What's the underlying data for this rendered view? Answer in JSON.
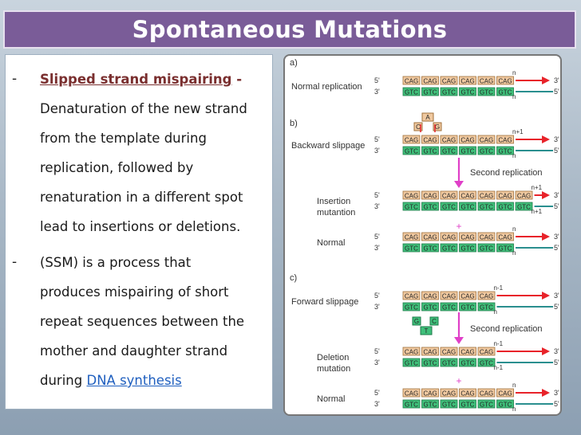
{
  "slide": {
    "title": "Spontaneous Mutations",
    "bullets": [
      {
        "marker": "-",
        "term": "Slipped strand mispairing",
        "term_suffix": " -",
        "lines": [
          "Denaturation of the new strand",
          "from the template during",
          "replication, followed by",
          "renaturation in a different spot",
          "lead to insertions or deletions."
        ]
      },
      {
        "marker": "-",
        "lines": [
          "(SSM) is a process that",
          "produces mispairing of short",
          "repeat sequences between the",
          "mother and daughter strand"
        ],
        "last_prefix": "during ",
        "link": "DNA synthesis"
      }
    ]
  },
  "figure": {
    "panel_a": "a)",
    "panel_b": "b)",
    "panel_c": "c)",
    "normal_replication": "Normal replication",
    "backward_slippage": "Backward slippage",
    "second_replication": "Second replication",
    "insertion_1": "Insertion",
    "insertion_2": "mutantion",
    "normal": "Normal",
    "forward_slippage": "Forward slippage",
    "deletion_1": "Deletion",
    "deletion_2": "mutation",
    "five": "5'",
    "three": "3'",
    "n": "n",
    "n_plus_1": "n+1",
    "n_minus_1": "n-1",
    "plus": "+",
    "cag": "CAG",
    "gtc": "GTC",
    "loop_top": "A",
    "loop_g": "G",
    "loop_c": "C",
    "loop_g2": "G",
    "loop_t": "T",
    "loop_c2": "C",
    "colors": {
      "red": "#e8232a",
      "teal": "#2a8f8f",
      "cag_box": "#f0c9a0",
      "gtc_box": "#3fbf7a",
      "arrow": "#e040c8"
    }
  }
}
